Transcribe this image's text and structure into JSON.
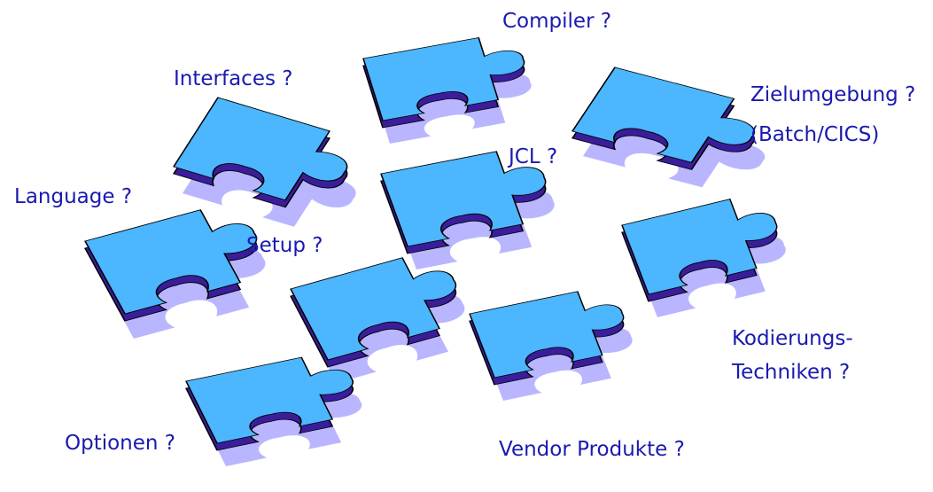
{
  "colors": {
    "piece_top": "#4cb6ff",
    "piece_side": "#3a1d9a",
    "shadow": "#b9b6ff",
    "outline": "#000000",
    "label_text": "#1a1ab0"
  },
  "labels": {
    "compiler": "Compiler ?",
    "interfaces": "Interfaces ?",
    "zielumgebung": "Zielumgebung ?",
    "batch_cics": "(Batch/CICS)",
    "jcl": "JCL ?",
    "language": "Language ?",
    "setup": "Setup ?",
    "kodierungs": "Kodierungs-",
    "techniken": "Techniken ?",
    "optionen": "Optionen ?",
    "vendor": "Vendor Produkte ?"
  },
  "icons": [
    "puzzle-piece-icon"
  ]
}
